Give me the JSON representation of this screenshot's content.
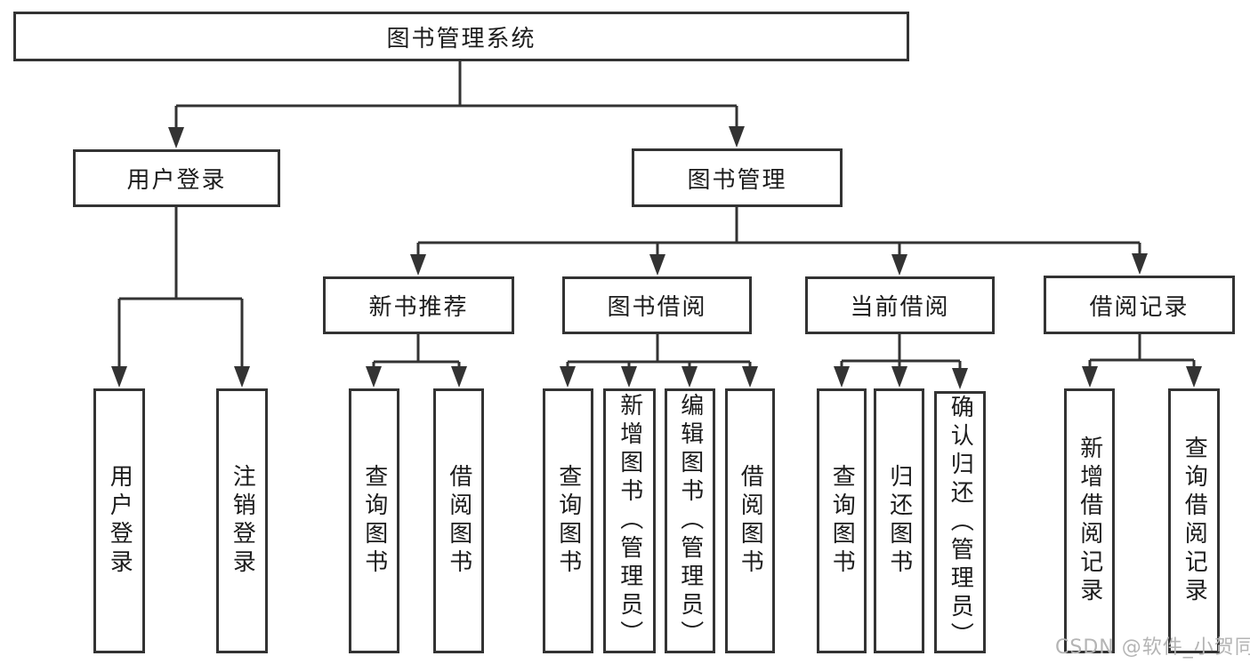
{
  "colors": {
    "line": "#333333",
    "box_border": "#333333",
    "text": "#1c1c1c",
    "watermark": "#b4b4b4",
    "background": "#ffffff"
  },
  "watermark": {
    "text": "CSDN @软件_小贺同学"
  },
  "nodes": {
    "root": {
      "label": "图书管理系统"
    },
    "l2": [
      {
        "label": "用户登录"
      },
      {
        "label": "图书管理"
      }
    ],
    "l3": [
      {
        "label": "新书推荐"
      },
      {
        "label": "图书借阅"
      },
      {
        "label": "当前借阅"
      },
      {
        "label": "借阅记录"
      }
    ],
    "leaves_user_login": [
      {
        "label": "用户登录"
      },
      {
        "label": "注销登录"
      }
    ],
    "leaves_new_book": [
      {
        "label": "查询图书"
      },
      {
        "label": "借阅图书"
      }
    ],
    "leaves_book_borrow": [
      {
        "label": "查询图书"
      },
      {
        "label": "新增图书（管理员）"
      },
      {
        "label": "编辑图书（管理员）"
      },
      {
        "label": "借阅图书"
      }
    ],
    "leaves_current_borrow": [
      {
        "label": "查询图书"
      },
      {
        "label": "归还图书"
      },
      {
        "label": "确认归还（管理员）"
      }
    ],
    "leaves_borrow_records": [
      {
        "label": "新增借阅记录"
      },
      {
        "label": "查询借阅记录"
      }
    ]
  }
}
